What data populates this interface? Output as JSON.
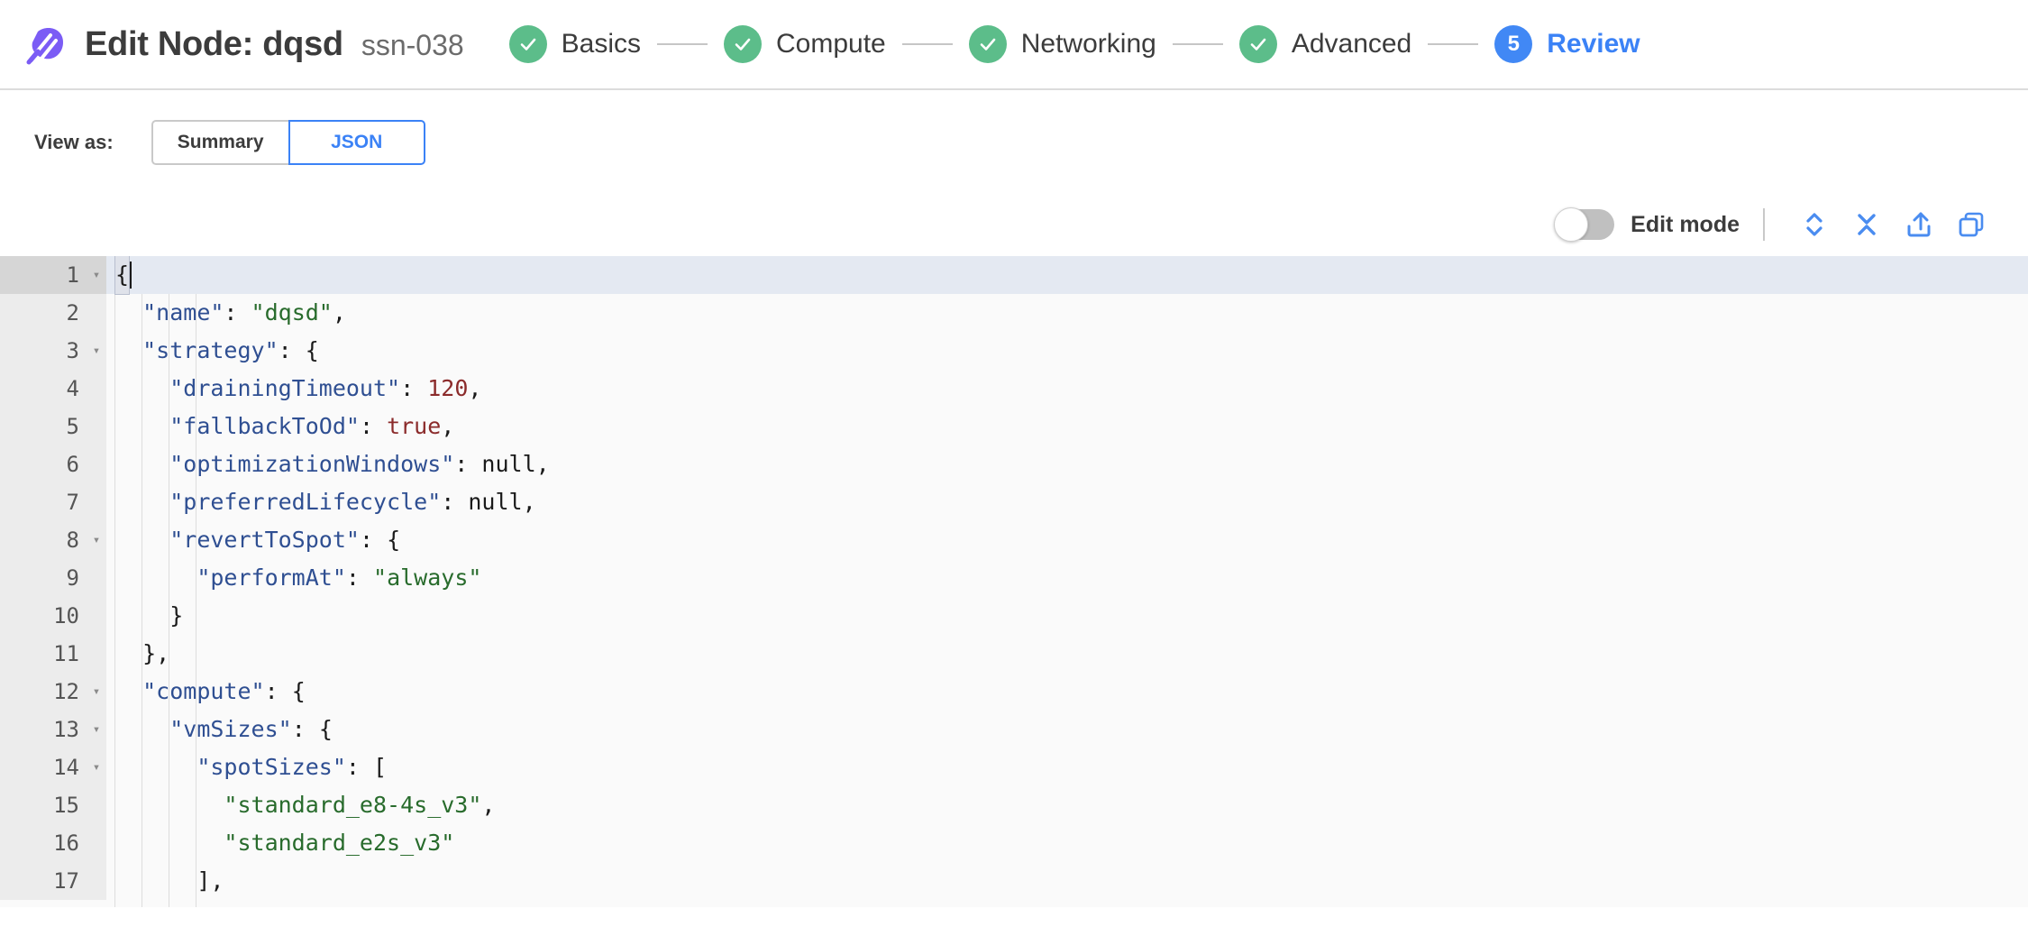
{
  "header": {
    "logo_name": "spot-logo",
    "title": "Edit Node: dqsd",
    "node_id": "ssn-038",
    "stepper": [
      {
        "label": "Basics",
        "state": "done",
        "badge": "check"
      },
      {
        "label": "Compute",
        "state": "done",
        "badge": "check"
      },
      {
        "label": "Networking",
        "state": "done",
        "badge": "check"
      },
      {
        "label": "Advanced",
        "state": "done",
        "badge": "check"
      },
      {
        "label": "Review",
        "state": "active",
        "badge": "5"
      }
    ]
  },
  "view_as": {
    "label": "View as:",
    "options": [
      {
        "label": "Summary",
        "selected": false
      },
      {
        "label": "JSON",
        "selected": true
      }
    ]
  },
  "editor_toolbar": {
    "edit_mode_label": "Edit mode",
    "edit_mode_on": false,
    "actions": [
      {
        "name": "expand-all-icon",
        "title": "Expand all"
      },
      {
        "name": "collapse-all-icon",
        "title": "Collapse all"
      },
      {
        "name": "share-icon",
        "title": "Share"
      },
      {
        "name": "copy-icon",
        "title": "Copy"
      }
    ]
  },
  "colors": {
    "brand_purple": "#7B5CF5",
    "accent_blue": "#3b82f6",
    "step_done_green": "#5cbd8a",
    "json_key": "#2f4f92",
    "json_string": "#286b2c",
    "json_number": "#8b2b2b",
    "gutter_bg": "#ececec",
    "selected_line_bg": "#e4e9f2"
  },
  "code": {
    "language": "json",
    "selected_line": 1,
    "lines": [
      {
        "n": 1,
        "fold": true,
        "indent": 0,
        "text": "{"
      },
      {
        "n": 2,
        "fold": false,
        "indent": 1,
        "text": "\"name\": \"dqsd\","
      },
      {
        "n": 3,
        "fold": true,
        "indent": 1,
        "text": "\"strategy\": {"
      },
      {
        "n": 4,
        "fold": false,
        "indent": 2,
        "text": "\"drainingTimeout\": 120,"
      },
      {
        "n": 5,
        "fold": false,
        "indent": 2,
        "text": "\"fallbackToOd\": true,"
      },
      {
        "n": 6,
        "fold": false,
        "indent": 2,
        "text": "\"optimizationWindows\": null,"
      },
      {
        "n": 7,
        "fold": false,
        "indent": 2,
        "text": "\"preferredLifecycle\": null,"
      },
      {
        "n": 8,
        "fold": true,
        "indent": 2,
        "text": "\"revertToSpot\": {"
      },
      {
        "n": 9,
        "fold": false,
        "indent": 3,
        "text": "\"performAt\": \"always\""
      },
      {
        "n": 10,
        "fold": false,
        "indent": 2,
        "text": "}"
      },
      {
        "n": 11,
        "fold": false,
        "indent": 1,
        "text": "},"
      },
      {
        "n": 12,
        "fold": true,
        "indent": 1,
        "text": "\"compute\": {"
      },
      {
        "n": 13,
        "fold": true,
        "indent": 2,
        "text": "\"vmSizes\": {"
      },
      {
        "n": 14,
        "fold": true,
        "indent": 3,
        "text": "\"spotSizes\": ["
      },
      {
        "n": 15,
        "fold": false,
        "indent": 4,
        "text": "\"standard_e8-4s_v3\","
      },
      {
        "n": 16,
        "fold": false,
        "indent": 4,
        "text": "\"standard_e2s_v3\""
      },
      {
        "n": 17,
        "fold": false,
        "indent": 3,
        "text": "],"
      }
    ],
    "json_object": {
      "name": "dqsd",
      "strategy": {
        "drainingTimeout": 120,
        "fallbackToOd": true,
        "optimizationWindows": null,
        "preferredLifecycle": null,
        "revertToSpot": {
          "performAt": "always"
        }
      },
      "compute": {
        "vmSizes": {
          "spotSizes": [
            "standard_e8-4s_v3",
            "standard_e2s_v3"
          ]
        }
      }
    }
  }
}
